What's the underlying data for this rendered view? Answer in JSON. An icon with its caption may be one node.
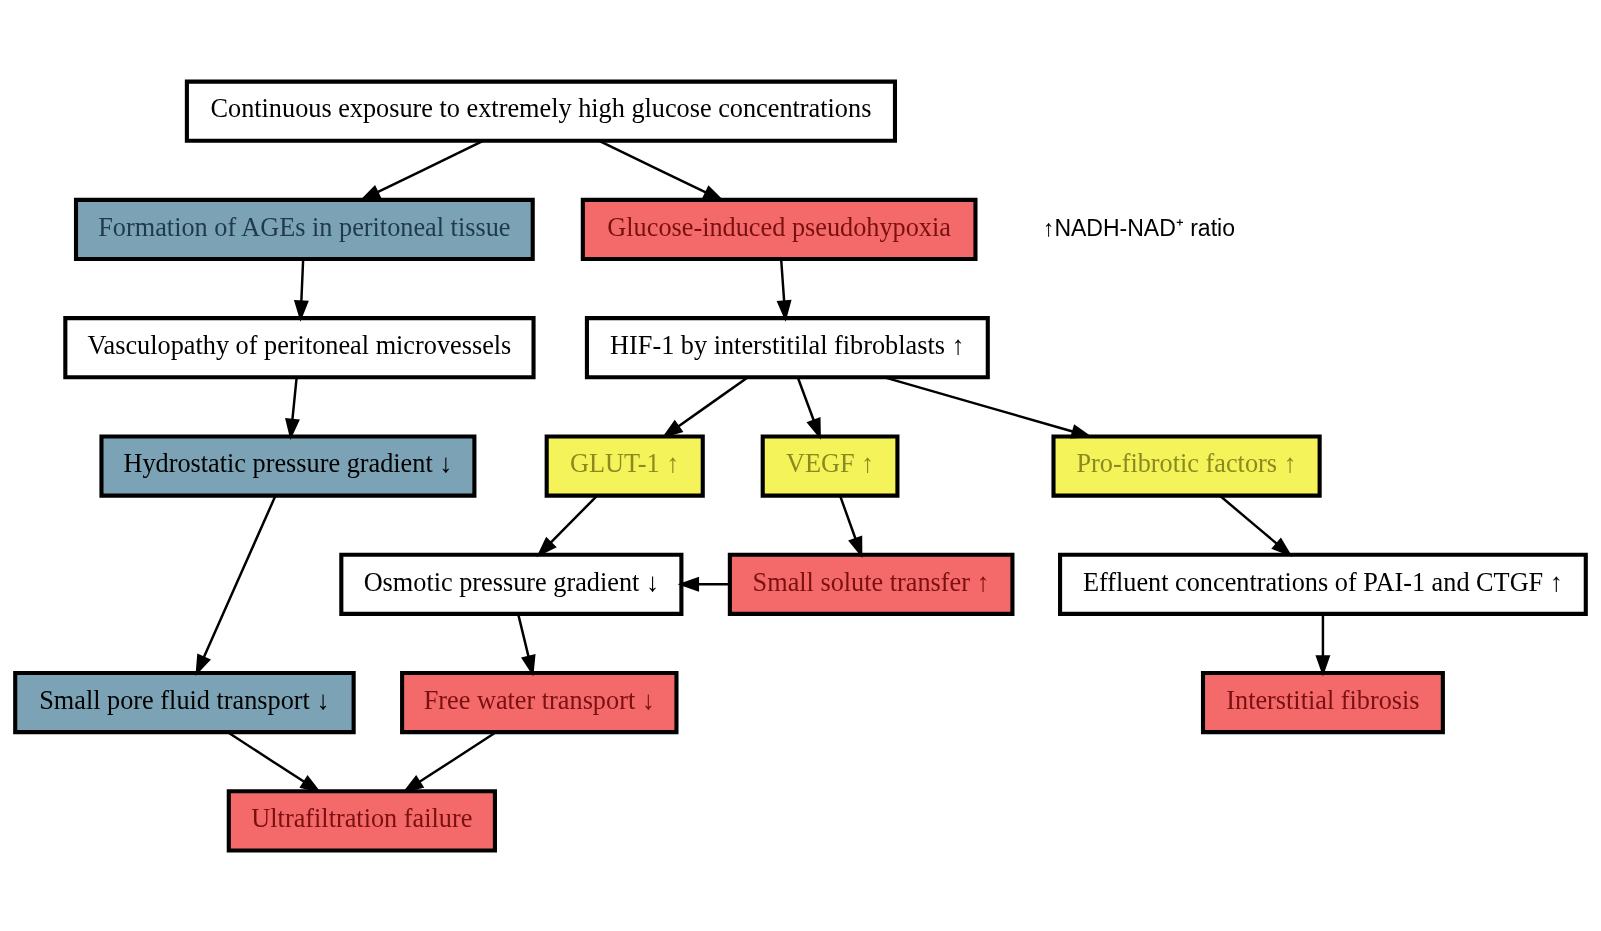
{
  "diagram": {
    "nodes": [
      {
        "text": [
          "Continuous exposure to extremely high glucose concentrations"
        ]
      },
      {
        "text": [
          "Formation of AGEs in peritoneal tissue"
        ]
      },
      {
        "text": [
          "Glucose-induced pseudohypoxia"
        ],
        "beside": [
          "↑NADH-NAD⁺ ratio"
        ]
      },
      {
        "text": [
          "HIF-1 by interstitilal fibroblasts ↑"
        ]
      },
      {
        "text": [
          "Vasculopathy of peritoneal microvessels"
        ]
      },
      {
        "text": [
          "GLUT-1 ↑"
        ]
      },
      {
        "text": [
          "VEGF ↑"
        ]
      },
      {
        "text": [
          "Pro-fibrotic factors ↑"
        ]
      },
      {
        "text": [
          "Hydrostatic pressure gradient ↓"
        ]
      },
      {
        "text": [
          "Osmotic pressure gradient ↓"
        ]
      },
      {
        "text": [
          "Effluent concentrations of PAI-1 and CTGF ↑"
        ]
      },
      {
        "text": [
          "Small pore fluid transport ↓"
        ]
      },
      {
        "text": [
          "Free water transport ↓"
        ]
      },
      {
        "text": [
          "Ultrafiltration failure"
        ]
      },
      {
        "text": [
          "Small solute transfer ↑"
        ]
      },
      {
        "text": [
          "Interstitial fibrosis"
        ]
      }
    ],
    "edges": [
      {
        "from": 0,
        "to": 1,
        "arrow": "to"
      },
      {
        "from": 0,
        "to": 2,
        "arrow": "to"
      },
      {
        "from": 1,
        "to": 4,
        "arrow": "to"
      },
      {
        "from": 4,
        "to": 8,
        "arrow": "to"
      },
      {
        "from": 8,
        "to": 11,
        "arrow": "to"
      },
      {
        "from": 11,
        "to": 13,
        "arrow": "to"
      },
      {
        "from": 2,
        "to": 3,
        "arrow": "to"
      },
      {
        "from": 3,
        "to": 5,
        "arrow": "to"
      },
      {
        "from": 3,
        "to": 6,
        "arrow": "to"
      },
      {
        "from": 3,
        "to": 7,
        "arrow": "to"
      },
      {
        "from": 5,
        "to": 9,
        "arrow": "to"
      },
      {
        "from": 9,
        "to": 12,
        "arrow": "to"
      },
      {
        "from": 12,
        "to": 13,
        "arrow": "to"
      },
      {
        "from": 6,
        "to": 14,
        "arrow": "to"
      },
      {
        "from": 14,
        "to": 9,
        "arrow": "to"
      },
      {
        "from": 7,
        "to": 10,
        "arrow": "to"
      },
      {
        "from": 10,
        "to": 15,
        "arrow": "to"
      }
    ]
  }
}
